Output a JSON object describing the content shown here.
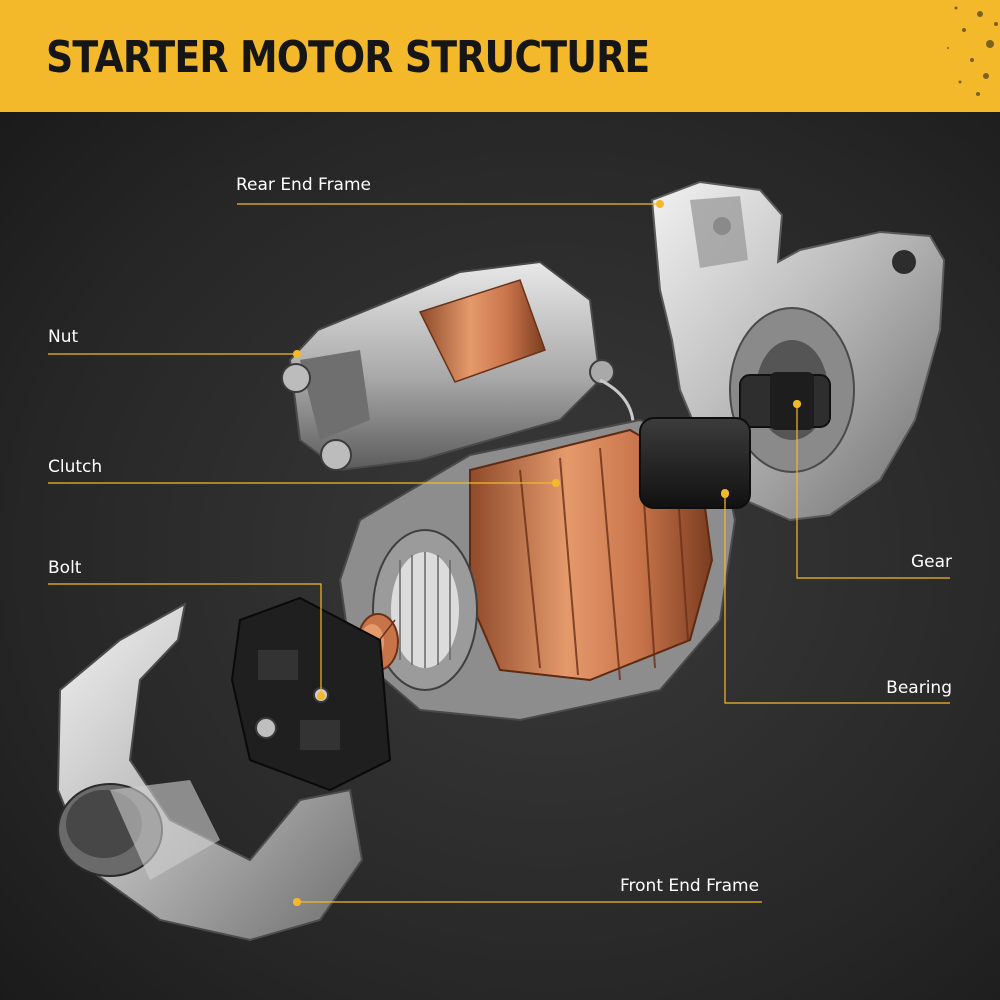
{
  "header": {
    "title": "STARTER MOTOR STRUCTURE"
  },
  "colors": {
    "accent": "#f4b92a",
    "background": "#2b2b2b",
    "label_text": "#ffffff",
    "copper": "#c8744a",
    "metal": "#c9c9c9"
  },
  "labels": {
    "rear_end_frame": "Rear End Frame",
    "nut": "Nut",
    "clutch": "Clutch",
    "bolt": "Bolt",
    "gear": "Gear",
    "bearing": "Bearing",
    "front_end_frame": "Front End Frame"
  }
}
